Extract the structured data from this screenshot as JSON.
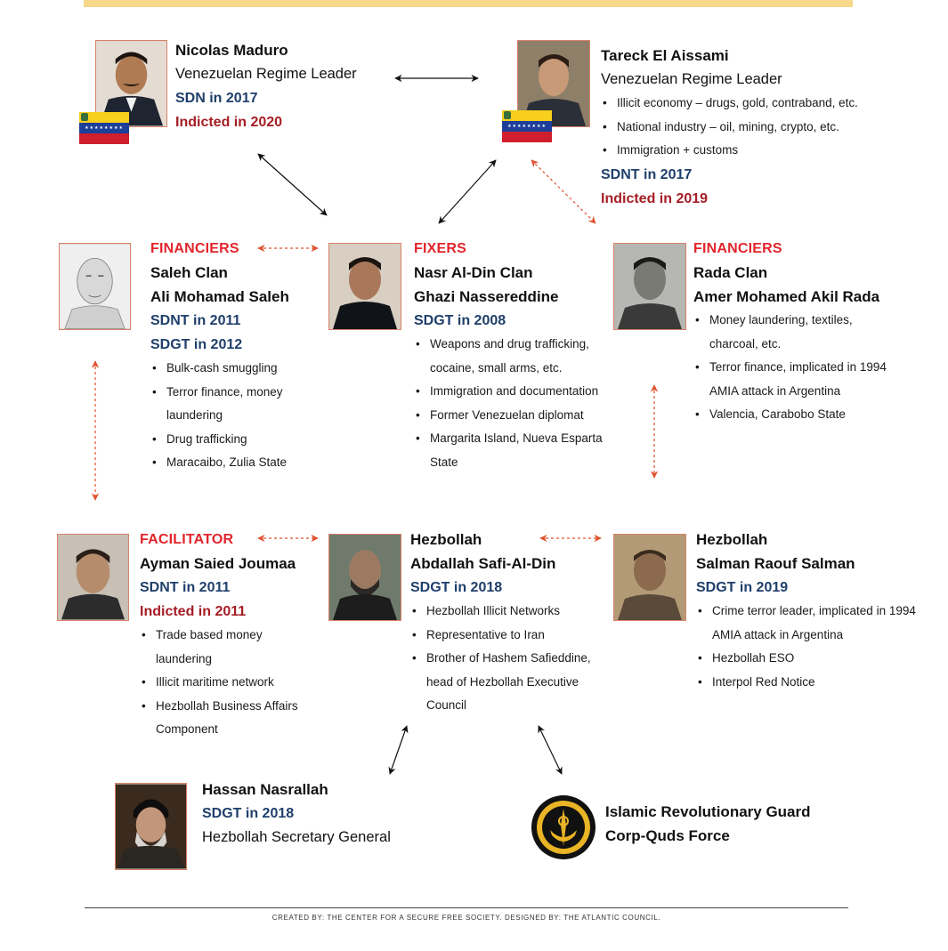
{
  "nodes": {
    "maduro": {
      "name": "Nicolas Maduro",
      "role": "Venezuelan Regime Leader",
      "designation": "SDN in 2017",
      "indictment": "Indicted in 2020"
    },
    "aissami": {
      "name": "Tareck El Aissami",
      "role": "Venezuelan Regime Leader",
      "bullets": [
        "Illicit economy – drugs, gold, contraband, etc.",
        "National industry – oil, mining, crypto, etc.",
        "Immigration + customs"
      ],
      "designation": "SDNT in 2017",
      "indictment": "Indicted in 2019"
    },
    "saleh": {
      "category": "FINANCIERS",
      "group": "Saleh Clan",
      "name": "Ali Mohamad Saleh",
      "designations": [
        "SDNT in 2011",
        "SDGT in 2012"
      ],
      "bullets": [
        "Bulk-cash smuggling",
        "Terror finance, money laundering",
        "Drug trafficking",
        "Maracaibo, Zulia State"
      ]
    },
    "nasreddine": {
      "category": "FIXERS",
      "group": "Nasr Al-Din Clan",
      "name": "Ghazi Nassereddine",
      "designation": "SDGT in 2008",
      "bullets": [
        "Weapons and drug trafficking, cocaine, small arms, etc.",
        "Immigration and documentation",
        "Former Venezuelan diplomat",
        "Margarita Island, Nueva Esparta State"
      ]
    },
    "rada": {
      "category": "FINANCIERS",
      "group": "Rada Clan",
      "name": "Amer Mohamed Akil Rada",
      "bullets": [
        "Money laundering, textiles, charcoal, etc.",
        "Terror finance, implicated in 1994 AMIA attack in Argentina",
        "Valencia, Carabobo State"
      ]
    },
    "joumaa": {
      "category": "FACILITATOR",
      "name": "Ayman Saied Joumaa",
      "designation": "SDNT in 2011",
      "indictment": "Indicted in 2011",
      "bullets": [
        "Trade based money laundering",
        "Illicit maritime network",
        "Hezbollah Business Affairs Component"
      ]
    },
    "safialdin": {
      "group": "Hezbollah",
      "name": "Abdallah Safi-Al-Din",
      "designation": "SDGT in 2018",
      "bullets": [
        "Hezbollah Illicit Networks",
        "Representative to Iran",
        "Brother of Hashem Safieddine, head of Hezbollah Executive Council"
      ]
    },
    "salman": {
      "group": "Hezbollah",
      "name": "Salman Raouf Salman",
      "designation": "SDGT in 2019",
      "bullets": [
        "Crime terror leader, implicated in 1994 AMIA attack in Argentina",
        "Hezbollah ESO",
        "Interpol Red Notice"
      ]
    },
    "nasrallah": {
      "name": "Hassan Nasrallah",
      "designation": "SDGT in 2018",
      "role": "Hezbollah Secretary General"
    },
    "irgc": {
      "name_line1": "Islamic Revolutionary Guard",
      "name_line2": "Corp-Quds Force"
    }
  },
  "footer": "CREATED BY: THE CENTER FOR A SECURE FREE SOCIETY. DESIGNED BY: THE ATLANTIC COUNCIL.",
  "colors": {
    "category_red": "#e2242b",
    "designation_blue": "#1f3f6b",
    "indicted_red": "#a51d25",
    "dashed_link": "#e0522f",
    "solid_link": "#111111",
    "top_bar": "#f7d88a"
  },
  "icons": [
    "venezuela-flag-icon",
    "irgc-emblem-icon"
  ]
}
